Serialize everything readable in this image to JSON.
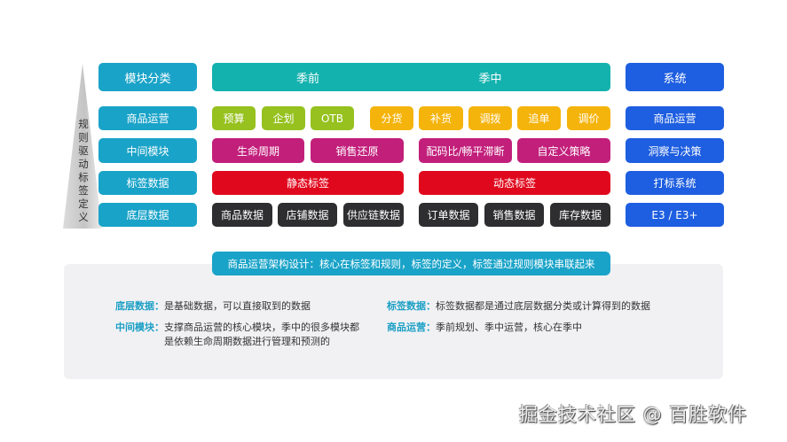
{
  "colors": {
    "category": "#1aa3c8",
    "season": "#13b2ae",
    "green": "#96c11f",
    "yellow": "#f5b40c",
    "magenta": "#c21f7b",
    "red": "#e0081d",
    "dark": "#2e2e30",
    "system": "#1e5ee0",
    "panel_bg": "#f1f1f4",
    "key_text": "#1a9fc4"
  },
  "side_label": "规则驱动标签定义",
  "categories": {
    "header": "模块分类",
    "rows": [
      "商品运营",
      "中间模块",
      "标签数据",
      "底层数据"
    ]
  },
  "seasons": {
    "pre": "季前",
    "in": "季中"
  },
  "operations": {
    "pre": [
      "预算",
      "企划",
      "OTB"
    ],
    "in": [
      "分货",
      "补货",
      "调拨",
      "追单",
      "调价"
    ]
  },
  "middle_modules": [
    "生命周期",
    "销售还原",
    "配码比/畅平滞断",
    "自定义策略"
  ],
  "tags": {
    "static": "静态标签",
    "dynamic": "动态标签"
  },
  "base_data": [
    "商品数据",
    "店铺数据",
    "供应链数据",
    "订单数据",
    "销售数据",
    "库存数据"
  ],
  "system": {
    "header": "系统",
    "rows": [
      "商品运营",
      "洞察与决策",
      "打标系统",
      "E3 / E3+"
    ]
  },
  "banner": "商品运营架构设计：核心在标签和规则，标签的定义，标签通过规则模块串联起来",
  "notes": [
    {
      "key": "底层数据：",
      "value": "是基础数据，可以直接取到的数据"
    },
    {
      "key": "中间模块：",
      "value": "支撑商品运营的核心模块，季中的很多模块都",
      "value2": "是依赖生命周期数据进行管理和预测的"
    },
    {
      "key": "标签数据：",
      "value": "标签数据都是通过底层数据分类或计算得到的数据"
    },
    {
      "key": "商品运营：",
      "value": "季前规划、季中运营，核心在季中"
    }
  ],
  "watermark": "掘金技术社区 @ 百胜软件"
}
